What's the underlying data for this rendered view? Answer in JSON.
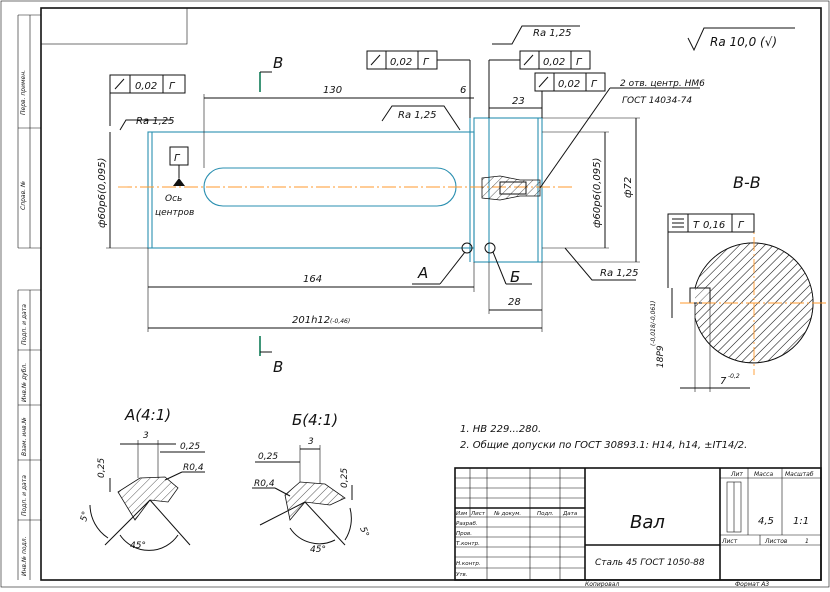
{
  "title_block": {
    "part_name": "Вал",
    "material": "Сталь 45 ГОСТ 1050-88",
    "lit_label": "Лит",
    "mass_label": "Масса",
    "scale_label": "Масштаб",
    "mass_value": "4,5",
    "scale_value": "1:1",
    "sheet_label": "Лист",
    "sheets_label": "Листов",
    "sheets_value": "1",
    "col_izm": "Изм",
    "col_list": "Лист",
    "col_doc": "№ докум.",
    "col_sign": "Подп.",
    "col_date": "Дата",
    "row_razrab": "Разраб.",
    "row_prov": "Пров.",
    "row_tkontr": "Т.контр.",
    "row_nkontr": "Н.контр.",
    "row_utv": "Утв.",
    "copied": "Копировал",
    "format": "Формат  A3"
  },
  "roughness_general": "Ra 10,0 (√)",
  "side_labels": {
    "perv_primen": "Перв. примен.",
    "sprav": "Справ. №",
    "podp_data1": "Подп. и дата",
    "inv_dubl": "Инв.№ дубл.",
    "vzam_inv": "Взам. инв.№",
    "podp_data2": "Подп. и дата",
    "inv_podl": "Инв.№ подл."
  },
  "notes": {
    "note1": "1. HB 229...280.",
    "note2": "2. Общие допуски по ГОСТ 30893.1: H14, h14, ±IT14/2."
  },
  "main_view": {
    "runout_left": "0,02",
    "runout_right": "0,02",
    "runout_top": "0,02",
    "datum_g": "Г",
    "ra_left": "Ra 1,25",
    "ra_mid": "Ra 1,25",
    "ra_top": "Ra 1,25",
    "ra_right": "Ra 1,25",
    "dim_130": "130",
    "dim_6": "6",
    "dim_23": "23",
    "dim_164": "164",
    "dim_28": "28",
    "dim_201": "201h12",
    "dim_201_tol": "(-0,46)",
    "dia_left": "ф60р6(0,095)",
    "dia_right": "ф60р6(0,095)",
    "dia_72": "ф72",
    "centers_note1": "2 отв. центр. НМ6",
    "centers_note2": "ГОСТ 14034-74",
    "axis_label1": "Ось",
    "axis_label2": "центров",
    "label_a": "А",
    "label_b": "Б",
    "section_v_top": "В",
    "section_v_bottom": "В"
  },
  "section_view": {
    "title": "В-В",
    "tol_value": "0,16",
    "tol_prefix": "Т",
    "datum": "Г",
    "dim_width": "18P9",
    "dim_width_tol": "(-0,018/-0,061)",
    "dim_depth": "7",
    "dim_depth_tol": "-0,2"
  },
  "detail_a": {
    "title": "А(4:1)",
    "dim_3": "3",
    "dim_025a": "0,25",
    "dim_025b": "0,25",
    "dim_r": "R0,4",
    "ang_5": "5°",
    "ang_45": "45°"
  },
  "detail_b": {
    "title": "Б(4:1)",
    "dim_3": "3",
    "dim_025a": "0,25",
    "dim_025b": "0,25",
    "dim_r": "R0,4",
    "ang_5": "5°",
    "ang_45": "45°"
  }
}
